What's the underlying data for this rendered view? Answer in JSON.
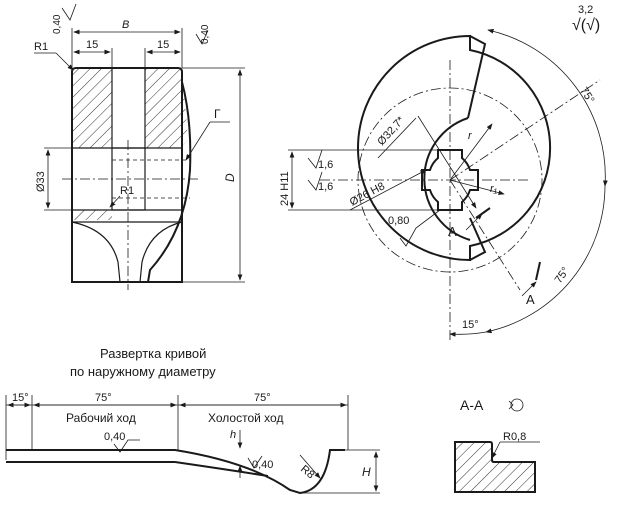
{
  "roughness": {
    "value": "3,2",
    "symbol": "√(√)"
  },
  "side_view": {
    "labels": {
      "top_roughness": "0,40",
      "right_roughness": "0,40",
      "width_b": "B",
      "dim_left_15": "15",
      "dim_right_15": "15",
      "radius_outer": "R1",
      "radius_inner": "R1",
      "bore_diameter": "Ø33",
      "height_d": "D",
      "view_letter": "Г"
    }
  },
  "front_view": {
    "labels": {
      "angle_75": "75°",
      "angle_75_lower": "75°",
      "angle_15": "15°",
      "diameter_32": "Ø32,7*",
      "radius_r": "r",
      "radius_r1": "r₁",
      "diameter_26": "Ø26 H8",
      "width_24": "24 H11",
      "roughness_1": "1,6",
      "roughness_2": "1,6",
      "roughness_3": "0,80",
      "section_a_top": "A",
      "section_a_bottom": "A"
    }
  },
  "development": {
    "title_line1": "Развертка кривой",
    "title_line2": "по наружному диаметру",
    "labels": {
      "angle_15": "15°",
      "angle_75_left": "75°",
      "angle_75_right": "75°",
      "working_stroke": "Рабочий ход",
      "idle_stroke": "Холостой ход",
      "roughness_1": "0,40",
      "roughness_2": "0,40",
      "dim_h": "h",
      "dim_H": "H",
      "radius": "R8"
    }
  },
  "section": {
    "title": "А-А",
    "radius": "R0,8"
  }
}
